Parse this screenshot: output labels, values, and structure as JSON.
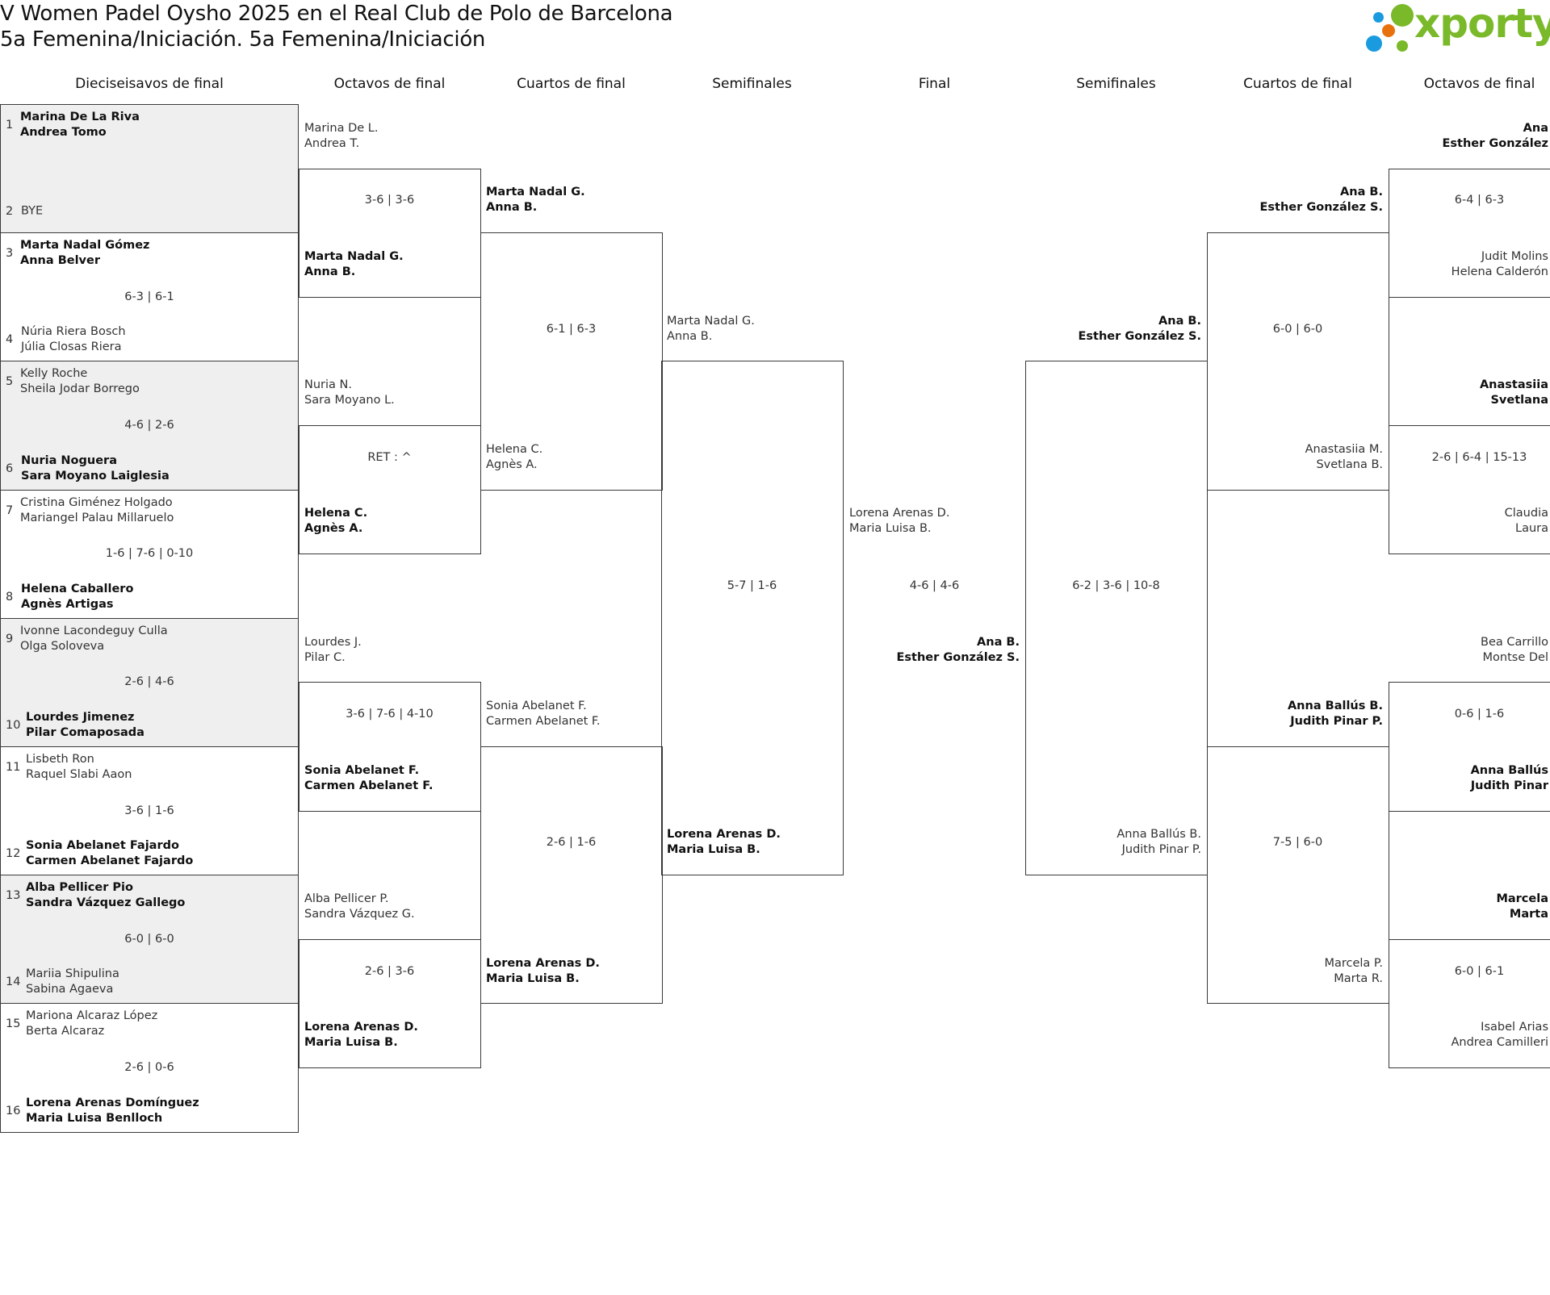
{
  "title": {
    "line1": "V Women Padel Oysho 2025 en el Real Club de Polo de Barcelona",
    "line2": "5a Femenina/Iniciación. 5a Femenina/Iniciación"
  },
  "logo": {
    "text": "xporty",
    "green": "#7ab929",
    "blue": "#1a9be0",
    "orange": "#e8710f"
  },
  "headers": [
    "Dieciseisavos de final",
    "Octavos de final",
    "Cuartos de final",
    "Semifinales",
    "Final",
    "Semifinales",
    "Cuartos de final",
    "Octavos de final"
  ],
  "round_of_32": [
    {
      "seed_a": "1",
      "team_a": [
        "Marina De La Riva",
        "Andrea Tomo"
      ],
      "seed_b": "2",
      "team_b": [
        "BYE"
      ],
      "score": "",
      "winner": "a"
    },
    {
      "seed_a": "3",
      "team_a": [
        "Marta Nadal Gómez",
        "Anna Belver"
      ],
      "seed_b": "4",
      "team_b": [
        "Núria Riera Bosch",
        "Júlia Closas Riera"
      ],
      "score": "6-3 | 6-1",
      "winner": "a"
    },
    {
      "seed_a": "5",
      "team_a": [
        "Kelly Roche",
        "Sheila Jodar Borrego"
      ],
      "seed_b": "6",
      "team_b": [
        "Nuria Noguera",
        "Sara Moyano Laiglesia"
      ],
      "score": "4-6 | 2-6",
      "winner": "b"
    },
    {
      "seed_a": "7",
      "team_a": [
        "Cristina Giménez Holgado",
        "Mariangel Palau Millaruelo"
      ],
      "seed_b": "8",
      "team_b": [
        "Helena Caballero",
        "Agnès Artigas"
      ],
      "score": "1-6 | 7-6 | 0-10",
      "winner": "b"
    },
    {
      "seed_a": "9",
      "team_a": [
        "Ivonne Lacondeguy Culla",
        "Olga Soloveva"
      ],
      "seed_b": "10",
      "team_b": [
        "Lourdes Jimenez",
        "Pilar Comaposada"
      ],
      "score": "2-6 | 4-6",
      "winner": "b"
    },
    {
      "seed_a": "11",
      "team_a": [
        "Lisbeth Ron",
        "Raquel Slabi Aaon"
      ],
      "seed_b": "12",
      "team_b": [
        "Sonia Abelanet Fajardo",
        "Carmen Abelanet Fajardo"
      ],
      "score": "3-6 | 1-6",
      "winner": "b"
    },
    {
      "seed_a": "13",
      "team_a": [
        "Alba Pellicer Pio",
        "Sandra Vázquez Gallego"
      ],
      "seed_b": "14",
      "team_b": [
        "Mariia Shipulina",
        "Sabina Agaeva"
      ],
      "score": "6-0 | 6-0",
      "winner": "a"
    },
    {
      "seed_a": "15",
      "team_a": [
        "Mariona Alcaraz López",
        "Berta Alcaraz"
      ],
      "seed_b": "16",
      "team_b": [
        "Lorena Arenas Domínguez",
        "Maria Luisa Benlloch"
      ],
      "score": "2-6 | 0-6",
      "winner": "b"
    }
  ],
  "left_rounds": [
    {
      "name": "octavos",
      "matches": [
        {
          "team_a": [
            "Marina De L.",
            "Andrea T."
          ],
          "team_b": [
            "Marta Nadal G.",
            "Anna B."
          ],
          "score": "3-6 | 3-6",
          "winner": "b"
        },
        {
          "team_a": [
            "Nuria N.",
            "Sara Moyano L."
          ],
          "team_b": [
            "Helena C.",
            "Agnès A."
          ],
          "score": "RET : ^",
          "winner": "b"
        },
        {
          "team_a": [
            "Lourdes J.",
            "Pilar C."
          ],
          "team_b": [
            "Sonia Abelanet F.",
            "Carmen Abelanet F."
          ],
          "score": "3-6 | 7-6 | 4-10",
          "winner": "b"
        },
        {
          "team_a": [
            "Alba Pellicer P.",
            "Sandra Vázquez G."
          ],
          "team_b": [
            "Lorena Arenas D.",
            "Maria Luisa B."
          ],
          "score": "2-6 | 3-6",
          "winner": "b"
        }
      ]
    },
    {
      "name": "cuartos",
      "matches": [
        {
          "team_a": [
            "Marta Nadal G.",
            "Anna B."
          ],
          "team_b": [
            "Helena C.",
            "Agnès A."
          ],
          "score": "6-1 | 6-3",
          "winner": "a"
        },
        {
          "team_a": [
            "Sonia Abelanet F.",
            "Carmen Abelanet F."
          ],
          "team_b": [
            "Lorena Arenas D.",
            "Maria Luisa B."
          ],
          "score": "2-6 | 1-6",
          "winner": "b"
        }
      ]
    },
    {
      "name": "semifinales",
      "matches": [
        {
          "team_a": [
            "Marta Nadal G.",
            "Anna B."
          ],
          "team_b": [
            "Lorena Arenas D.",
            "Maria Luisa B."
          ],
          "score": "5-7 | 1-6",
          "winner": "b"
        }
      ]
    }
  ],
  "final": {
    "team_a": [
      "Lorena Arenas D.",
      "Maria Luisa B."
    ],
    "team_b": [
      "Ana B.",
      "Esther González S."
    ],
    "score": "4-6 | 4-6",
    "winner": "b"
  },
  "right_rounds": [
    {
      "name": "semifinales",
      "matches": [
        {
          "team_a": [
            "Ana B.",
            "Esther González S."
          ],
          "team_b": [
            "Anna Ballús B.",
            "Judith Pinar P."
          ],
          "score": "6-2 | 3-6 | 10-8",
          "winner": "a"
        }
      ]
    },
    {
      "name": "cuartos",
      "matches": [
        {
          "team_a": [
            "Ana B.",
            "Esther González S."
          ],
          "team_b": [
            "Anastasiia M.",
            "Svetlana B."
          ],
          "score": "6-0 | 6-0",
          "winner": "a"
        },
        {
          "team_a": [
            "Anna Ballús B.",
            "Judith Pinar P."
          ],
          "team_b": [
            "Marcela P.",
            "Marta R."
          ],
          "score": "7-5 | 6-0",
          "winner": "a"
        }
      ]
    },
    {
      "name": "octavos",
      "matches": [
        {
          "team_a": [
            "Ana",
            "Esther González"
          ],
          "team_b": [
            "Judit Molins",
            "Helena Calderón"
          ],
          "score": "6-4 | 6-3",
          "winner": "a"
        },
        {
          "team_a": [
            "Anastasiia",
            "Svetlana"
          ],
          "team_b": [
            "Claudia",
            "Laura"
          ],
          "score": "2-6 | 6-4 | 15-13",
          "winner": "a"
        },
        {
          "team_a": [
            "Bea Carrillo",
            "Montse Del"
          ],
          "team_b": [
            "Anna Ballús",
            "Judith Pinar"
          ],
          "score": "0-6 | 1-6",
          "winner": "b"
        },
        {
          "team_a": [
            "Marcela",
            "Marta"
          ],
          "team_b": [
            "Isabel Arias",
            "Andrea Camilleri"
          ],
          "score": "6-0 | 6-1",
          "winner": "a"
        }
      ]
    }
  ]
}
